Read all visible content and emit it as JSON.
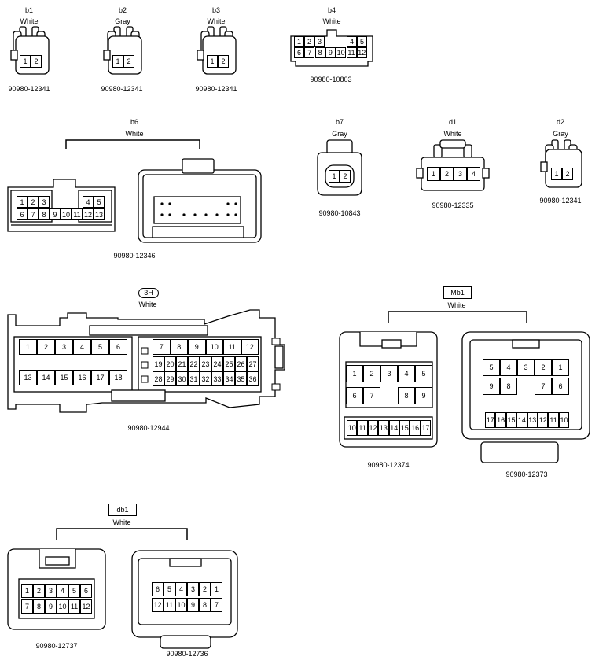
{
  "connectors": {
    "b1": {
      "id": "b1",
      "color": "White",
      "part": "90980-12341",
      "pins": [
        "1",
        "2"
      ]
    },
    "b2": {
      "id": "b2",
      "color": "Gray",
      "part": "90980-12341",
      "pins": [
        "1",
        "2"
      ]
    },
    "b3": {
      "id": "b3",
      "color": "White",
      "part": "90980-12341",
      "pins": [
        "1",
        "2"
      ]
    },
    "b4": {
      "id": "b4",
      "color": "White",
      "part": "90980-10803",
      "pins": [
        "1",
        "2",
        "3",
        "4",
        "5",
        "6",
        "7",
        "8",
        "9",
        "10",
        "11",
        "12"
      ]
    },
    "b6": {
      "id": "b6",
      "color": "White",
      "part": "90980-12346",
      "pins": [
        "1",
        "2",
        "3",
        "4",
        "5",
        "6",
        "7",
        "8",
        "9",
        "10",
        "11",
        "12",
        "13"
      ]
    },
    "b7": {
      "id": "b7",
      "color": "Gray",
      "part": "90980-10843",
      "pins": [
        "1",
        "2"
      ]
    },
    "d1": {
      "id": "d1",
      "color": "White",
      "part": "90980-12335",
      "pins": [
        "1",
        "2",
        "3",
        "4"
      ]
    },
    "d2": {
      "id": "d2",
      "color": "Gray",
      "part": "90980-12341",
      "pins": [
        "1",
        "2"
      ]
    },
    "h3": {
      "id": "3H",
      "color": "White",
      "part": "90980-12944",
      "pins": [
        "1",
        "2",
        "3",
        "4",
        "5",
        "6",
        "7",
        "8",
        "9",
        "10",
        "11",
        "12",
        "13",
        "14",
        "15",
        "16",
        "17",
        "18",
        "19",
        "20",
        "21",
        "22",
        "23",
        "24",
        "25",
        "26",
        "27",
        "28",
        "29",
        "30",
        "31",
        "32",
        "33",
        "34",
        "35",
        "36"
      ]
    },
    "mb1": {
      "id": "Mb1",
      "color": "White",
      "part_a": "90980-12374",
      "part_b": "90980-12373",
      "pins": [
        "1",
        "2",
        "3",
        "4",
        "5",
        "6",
        "7",
        "8",
        "9",
        "10",
        "11",
        "12",
        "13",
        "14",
        "15",
        "16",
        "17"
      ]
    },
    "db1": {
      "id": "db1",
      "color": "White",
      "part_a": "90980-12737",
      "part_b": "90980-12736",
      "pins": [
        "1",
        "2",
        "3",
        "4",
        "5",
        "6",
        "7",
        "8",
        "9",
        "10",
        "11",
        "12"
      ]
    }
  }
}
